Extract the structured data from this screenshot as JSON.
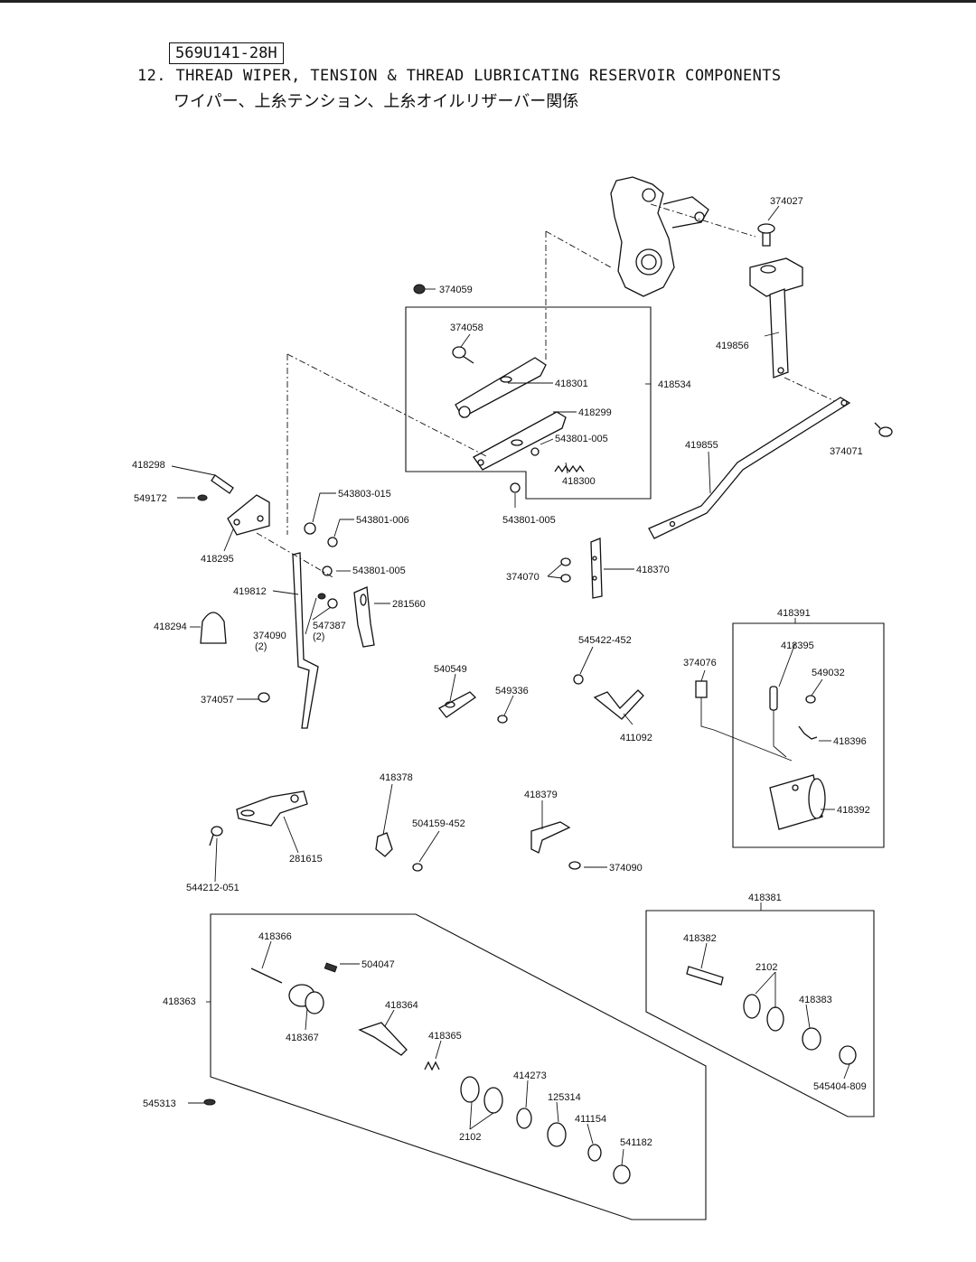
{
  "header": {
    "code": "569U141-28H",
    "title": "12. THREAD WIPER, TENSION & THREAD LUBRICATING RESERVOIR COMPONENTS",
    "title_jp": "ワイパー、上糸テンション、上糸オイルリザーバー関係"
  },
  "labels": {
    "p374027": "374027",
    "p374059": "374059",
    "p374058": "374058",
    "p418301": "418301",
    "p418534": "418534",
    "p419856": "419856",
    "p418299": "418299",
    "p543801_005a": "543801-005",
    "p418300": "418300",
    "p419855": "419855",
    "p374071": "374071",
    "p418298": "418298",
    "p549172": "549172",
    "p543803_015": "543803-015",
    "p543801_006": "543801-006",
    "p543801_005b": "543801-005",
    "p418295": "418295",
    "p543801_005c": "543801-005",
    "p418370": "418370",
    "p374070": "374070",
    "p419812": "419812",
    "p281560": "281560",
    "p418294": "418294",
    "p374090a": "374090",
    "p374090a_qty": "(2)",
    "p547387": "547387",
    "p547387_qty": "(2)",
    "p418391": "418391",
    "p418395": "418395",
    "p545422_452": "545422-452",
    "p374076": "374076",
    "p549032": "549032",
    "p540549": "540549",
    "p549336": "549336",
    "p374057": "374057",
    "p411092": "411092",
    "p418396": "418396",
    "p418392": "418392",
    "p418378": "418378",
    "p418379": "418379",
    "p504159_452": "504159-452",
    "p281615": "281615",
    "p374090b": "374090",
    "p544212_051": "544212-051",
    "p418381": "418381",
    "p418366": "418366",
    "p504047": "504047",
    "p418382": "418382",
    "p2102a": "2102",
    "p418363": "418363",
    "p418364": "418364",
    "p418383": "418383",
    "p418367": "418367",
    "p418365": "418365",
    "p414273": "414273",
    "p545404_809": "545404-809",
    "p125314": "125314",
    "p545313": "545313",
    "p411154": "411154",
    "p2102b": "2102",
    "p541182": "541182"
  }
}
